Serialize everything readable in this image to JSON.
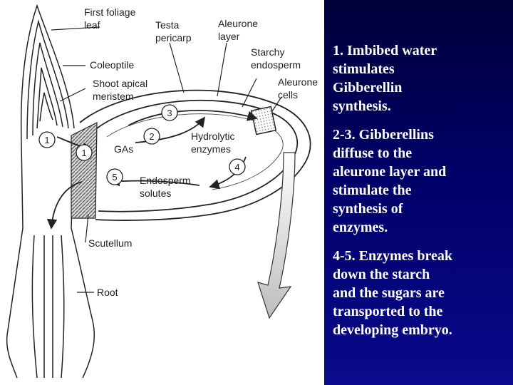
{
  "diagram": {
    "labels": {
      "first_foliage_leaf_1": "First foliage",
      "first_foliage_leaf_2": "leaf",
      "testa_1": "Testa",
      "testa_2": "pericarp",
      "aleurone_layer_1": "Aleurone",
      "aleurone_layer_2": "layer",
      "starchy_1": "Starchy",
      "starchy_2": "endosperm",
      "aleurone_cells_1": "Aleurone",
      "aleurone_cells_2": "cells",
      "coleoptile": "Coleoptile",
      "shoot_1": "Shoot apical",
      "shoot_2": "meristem",
      "gas": "GAs",
      "hydrolytic_1": "Hydrolytic",
      "hydrolytic_2": "enzymes",
      "endosperm_solutes_1": "Endosperm",
      "endosperm_solutes_2": "solutes",
      "scutellum": "Scutellum",
      "root": "Root"
    },
    "step_numbers": [
      "1",
      "1",
      "2",
      "3",
      "4",
      "5"
    ]
  },
  "text_panel": {
    "step_1": "1.  Imbibed water\n      stimulates\n      Gibberellin\n      synthesis.",
    "step_2_3": "2-3.  Gibberellins\n      diffuse to the\n      aleurone layer and\n      stimulate the\n      synthesis of\n      enzymes.",
    "step_4_5": "4-5.  Enzymes break\n      down the starch\n      and the sugars are\n      transported to the\n      developing embryo."
  }
}
